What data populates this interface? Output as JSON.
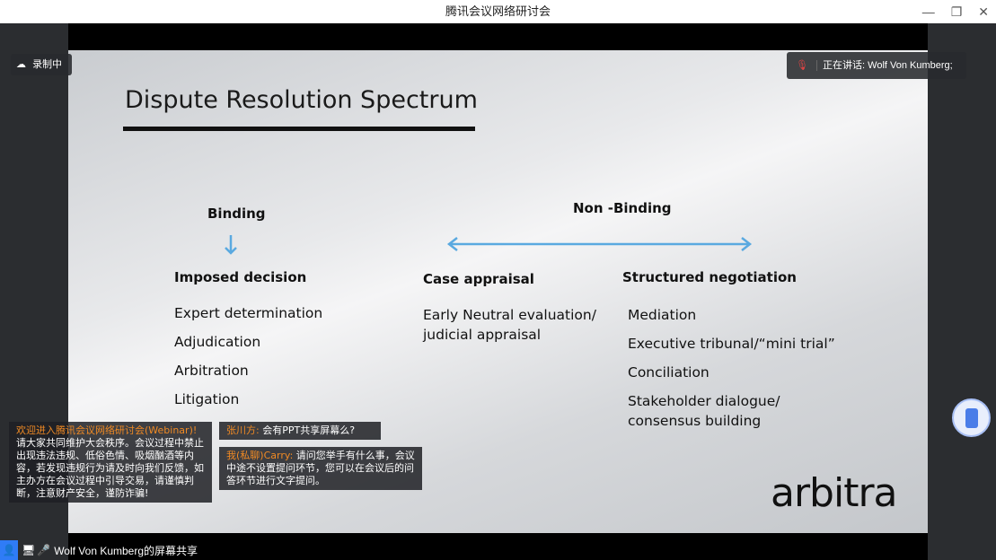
{
  "window": {
    "title": "腾讯会议网络研讨会"
  },
  "recording": {
    "label": "录制中"
  },
  "speaking": {
    "label": "正在讲话: Wolf Von Kumberg;"
  },
  "slide": {
    "title": "Dispute Resolution Spectrum",
    "binding": "Binding",
    "non_binding": "Non -Binding",
    "imposed": "Imposed decision",
    "imposed_items": [
      "Expert determination",
      "Adjudication",
      "Arbitration",
      "Litigation"
    ],
    "case_appraisal": "Case appraisal",
    "case_items": [
      "Early Neutral evaluation/",
      "judicial  appraisal"
    ],
    "structured": "Structured negotiation",
    "structured_items": [
      "Mediation",
      "Executive tribunal/“mini trial”",
      "Conciliation",
      "Stakeholder dialogue/",
      "consensus building"
    ],
    "logo": "arbitra"
  },
  "chat": [
    {
      "sender": "欢迎进入腾讯会议网络研讨会(Webinar)!",
      "text": "请大家共同维护大会秩序。会议过程中禁止出现违法违规、低俗色情、吸烟酗酒等内容，若发现违规行为请及时向我们反馈，如主办方在会议过程中引导交易，请谨慎判断，注意财产安全，谨防诈骗!"
    },
    {
      "sender": "张川方:",
      "text": "会有PPT共享屏幕么?"
    },
    {
      "sender": "我(私聊)Carry:",
      "text": "请问您举手有什么事，会议中途不设置提问环节，您可以在会议后的问答环节进行文字提问。"
    }
  ],
  "status": {
    "share_label": "Wolf Von Kumberg的屏幕共享"
  },
  "colors": {
    "accent": "#5aa9e0",
    "chat_sender": "#f08a24"
  }
}
